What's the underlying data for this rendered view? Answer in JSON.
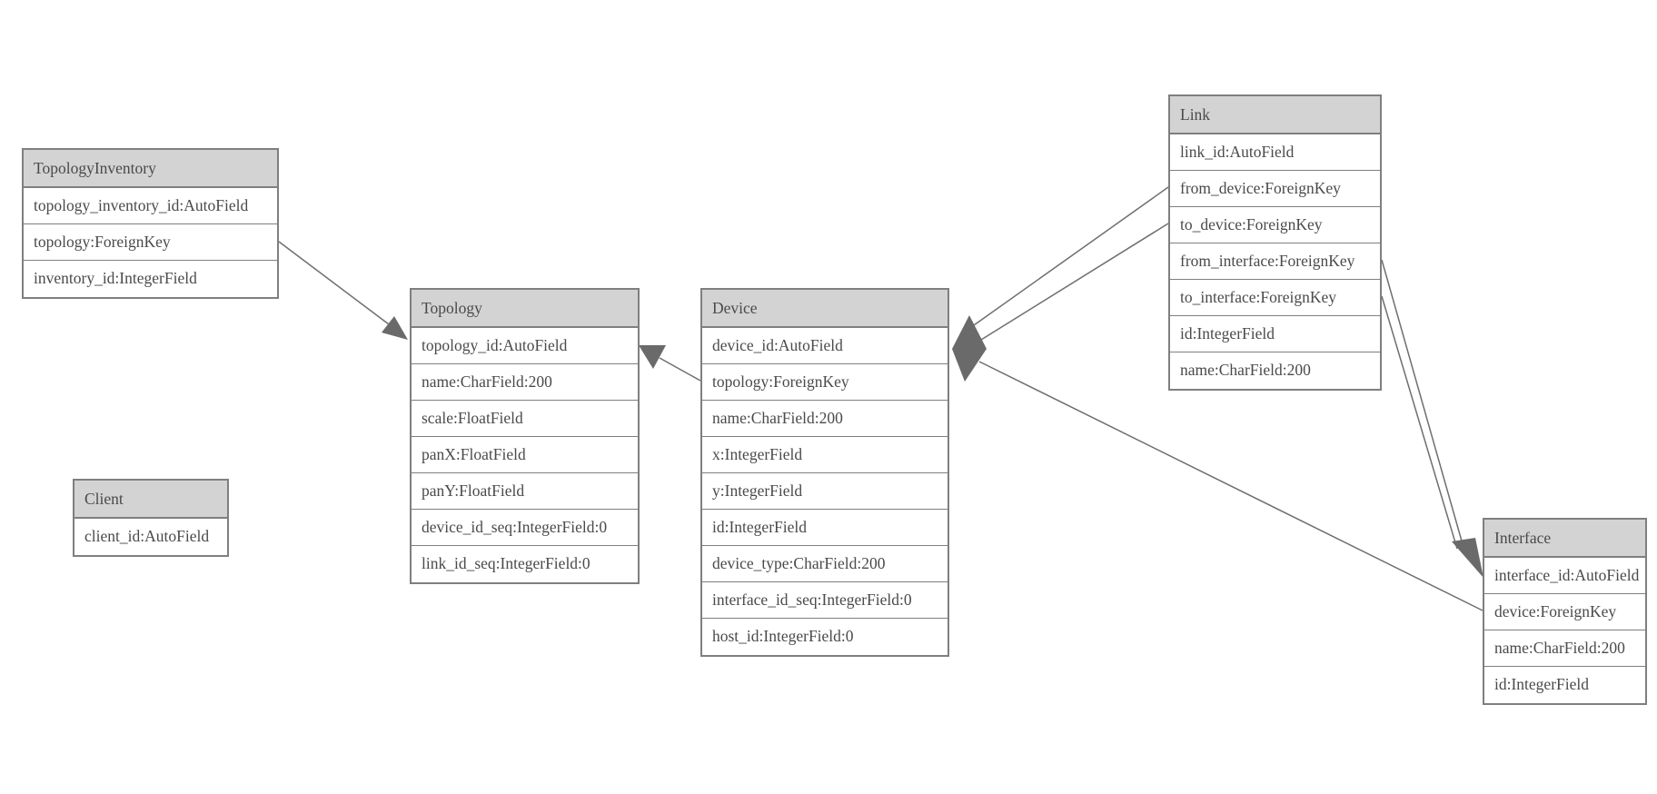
{
  "diagram": {
    "kind": "entity-relationship-model-graph",
    "background_color": "#ffffff",
    "table_border_color": "#7f7f7f",
    "table_header_fill": "#d3d3d3",
    "text_color": "#4a4a4a",
    "connector_color": "#6e6e6e",
    "arrowhead_fill": "#6a6a6a"
  },
  "tables": [
    {
      "title": "TopologyInventory",
      "fields": [
        "topology_inventory_id:AutoField",
        "topology:ForeignKey",
        "inventory_id:IntegerField"
      ]
    },
    {
      "title": "Topology",
      "fields": [
        "topology_id:AutoField",
        "name:CharField:200",
        "scale:FloatField",
        "panX:FloatField",
        "panY:FloatField",
        "device_id_seq:IntegerField:0",
        "link_id_seq:IntegerField:0"
      ]
    },
    {
      "title": "Client",
      "fields": [
        "client_id:AutoField"
      ]
    },
    {
      "title": "Device",
      "fields": [
        "device_id:AutoField",
        "topology:ForeignKey",
        "name:CharField:200",
        "x:IntegerField",
        "y:IntegerField",
        "id:IntegerField",
        "device_type:CharField:200",
        "interface_id_seq:IntegerField:0",
        "host_id:IntegerField:0"
      ]
    },
    {
      "title": "Link",
      "fields": [
        "link_id:AutoField",
        "from_device:ForeignKey",
        "to_device:ForeignKey",
        "from_interface:ForeignKey",
        "to_interface:ForeignKey",
        "id:IntegerField",
        "name:CharField:200"
      ]
    },
    {
      "title": "Interface",
      "fields": [
        "interface_id:AutoField",
        "device:ForeignKey",
        "name:CharField:200",
        "id:IntegerField"
      ]
    }
  ],
  "relationships": [
    {
      "from": "TopologyInventory.topology",
      "to": "Topology.topology_id"
    },
    {
      "from": "Device.topology",
      "to": "Topology.topology_id"
    },
    {
      "from": "Link.from_device",
      "to": "Device.device_id"
    },
    {
      "from": "Link.to_device",
      "to": "Device.device_id"
    },
    {
      "from": "Link.from_interface",
      "to": "Interface.interface_id"
    },
    {
      "from": "Link.to_interface",
      "to": "Interface.interface_id"
    },
    {
      "from": "Interface.device",
      "to": "Device.device_id"
    }
  ]
}
